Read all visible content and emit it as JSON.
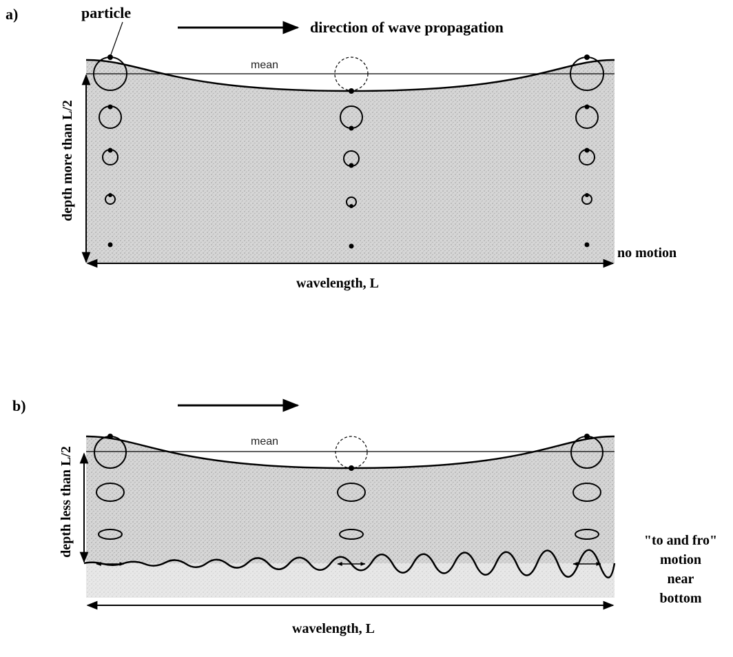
{
  "panel_a": {
    "label": "a)",
    "particle_label": "particle",
    "direction_label": "direction of wave propagation",
    "mean_label": "mean",
    "depth_label": "depth more than L/2",
    "no_motion_label": "no motion",
    "wavelength_label": "wavelength, L"
  },
  "panel_b": {
    "label": "b)",
    "mean_label": "mean",
    "depth_label": "depth less than L/2",
    "to_and_fro_label": [
      "\"to and fro\"",
      "motion",
      "near",
      "bottom"
    ],
    "wavelength_label": "wavelength, L"
  }
}
